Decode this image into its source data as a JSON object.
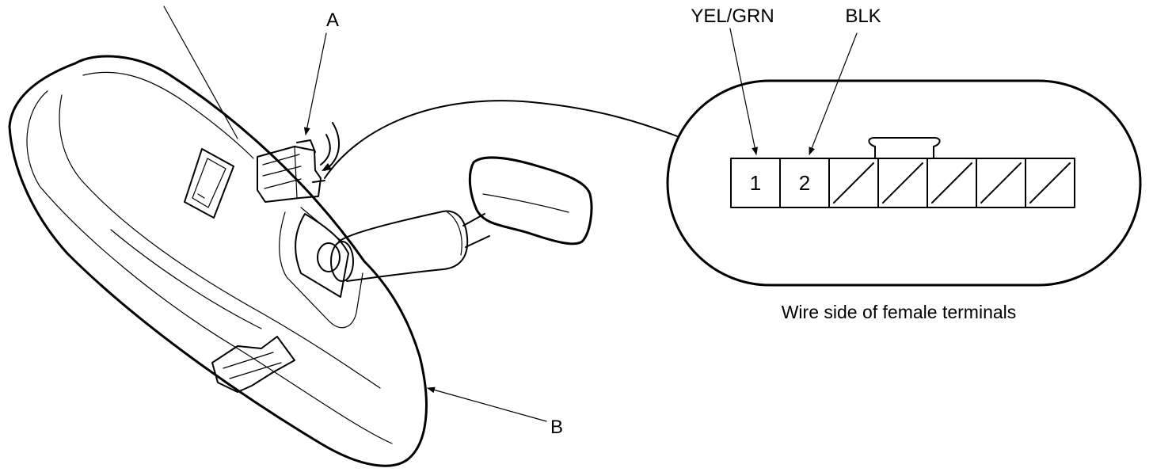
{
  "callouts": {
    "a": "A",
    "b": "B"
  },
  "wires": {
    "pin1_color": "YEL/GRN",
    "pin2_color": "BLK"
  },
  "connector": {
    "caption": "Wire side of female terminals",
    "pins": [
      {
        "label": "1",
        "used": true
      },
      {
        "label": "2",
        "used": true
      },
      {
        "label": "",
        "used": false
      },
      {
        "label": "",
        "used": false
      },
      {
        "label": "",
        "used": false
      },
      {
        "label": "",
        "used": false
      },
      {
        "label": "",
        "used": false
      }
    ]
  }
}
